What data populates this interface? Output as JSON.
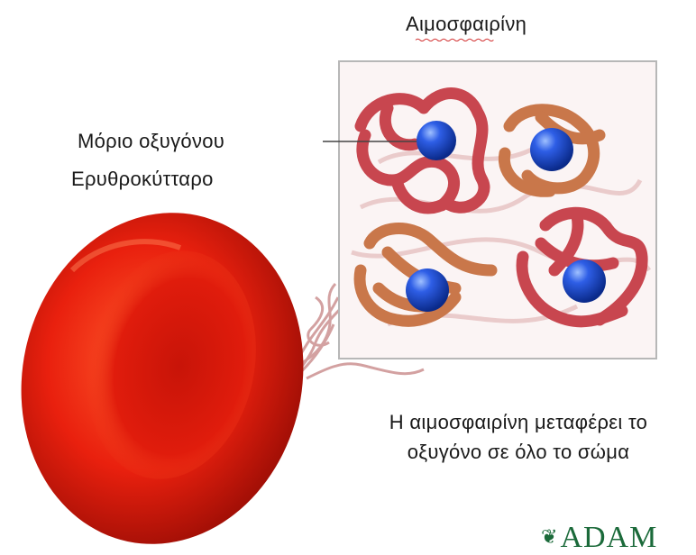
{
  "labels": {
    "hemoglobin_title": "Αιμοσφαιρίνη",
    "oxygen_molecule": "Μόριο οξυγόνου",
    "red_blood_cell": "Ερυθροκύτταρο",
    "caption": "Η αιμοσφαιρίνη μεταφέρει το οξυγόνο σε όλο το σώμα"
  },
  "logo": {
    "text": "ADAM"
  },
  "colors": {
    "cell": "#e0180c",
    "ribbon_red": "#c8464f",
    "ribbon_orange": "#c9774a",
    "oxygen": "#1f4fd6",
    "logo": "#1b6a3a"
  }
}
